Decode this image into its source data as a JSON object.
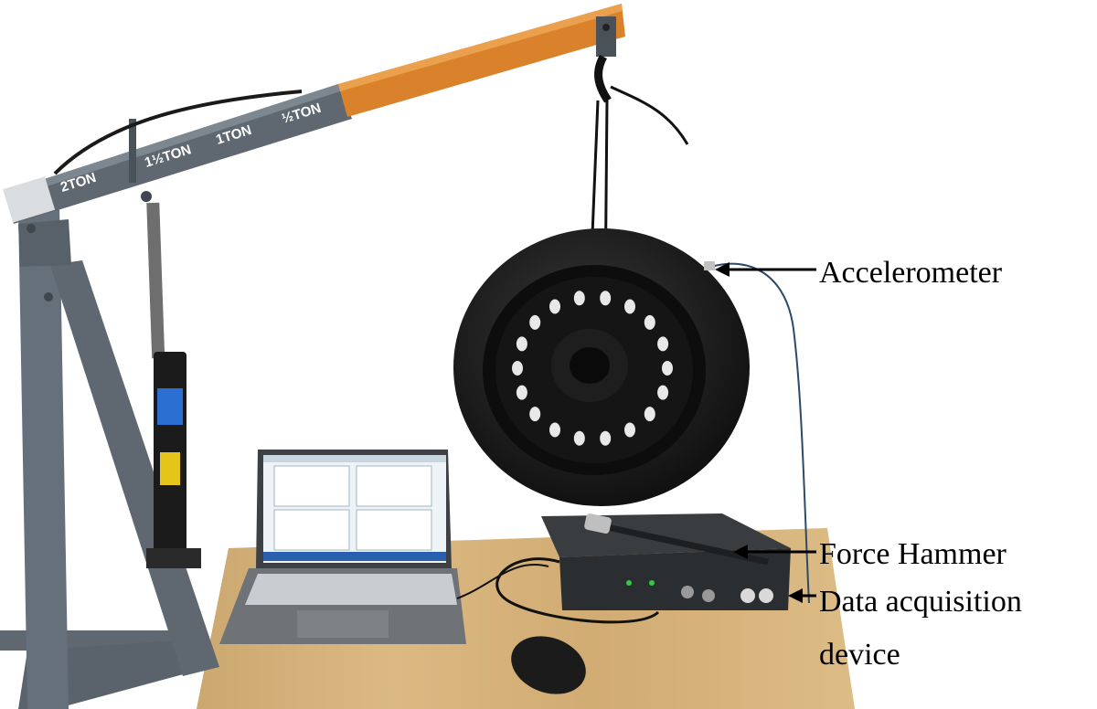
{
  "crane": {
    "arm_labels": [
      "2TON",
      "1½TON",
      "1TON",
      "½TON"
    ]
  },
  "annotations": {
    "accelerometer": "Accelerometer",
    "force_hammer": "Force Hammer",
    "daq_line1": "Data acquisition",
    "daq_line2": "device"
  },
  "colors": {
    "crane_frame": "#5f6870",
    "crane_arm_extension": "#d9822b",
    "table": "#d9b77f",
    "tire": "#1c1c1c",
    "rim": "#101010",
    "laptop_body": "#6f7378",
    "daq_box": "#2b2e31"
  }
}
